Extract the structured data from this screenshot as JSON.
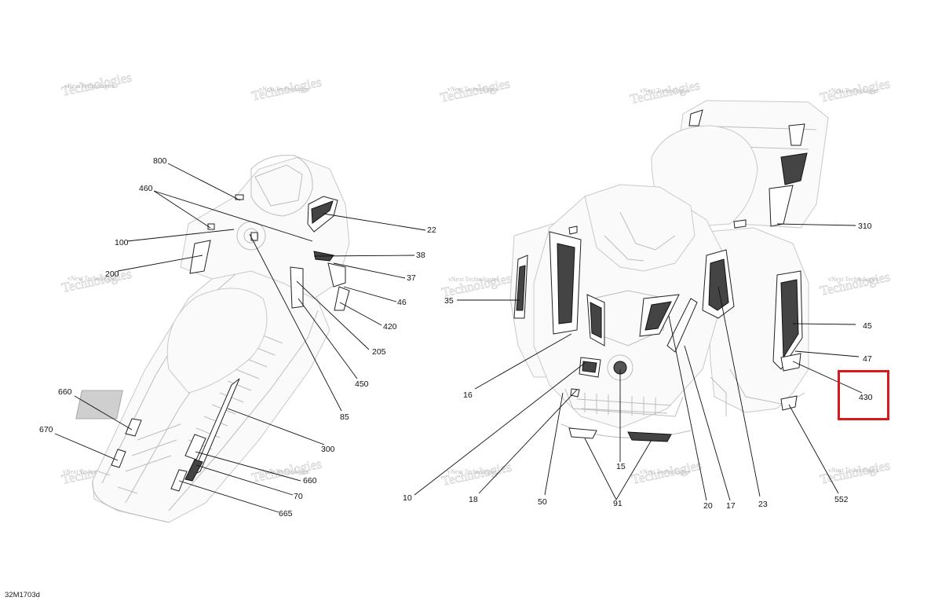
{
  "diagram": {
    "code": "32M1703d",
    "watermark": "vNext Technologies",
    "highlight_color": "#d9191c",
    "highlighted_callout": "430"
  },
  "callouts": {
    "c800": "800",
    "c460": "460",
    "c100": "100",
    "c200": "200",
    "c22": "22",
    "c38": "38",
    "c37": "37",
    "c46": "46",
    "c420": "420",
    "c205": "205",
    "c450": "450",
    "c85": "85",
    "c300": "300",
    "c660a": "660",
    "c670": "670",
    "c660b": "660",
    "c70": "70",
    "c665": "665",
    "c310": "310",
    "c35": "35",
    "c45": "45",
    "c47": "47",
    "c430": "430",
    "c16": "16",
    "c10": "10",
    "c18": "18",
    "c50": "50",
    "c91": "91",
    "c15": "15",
    "c20": "20",
    "c17": "17",
    "c23": "23",
    "c552": "552"
  }
}
